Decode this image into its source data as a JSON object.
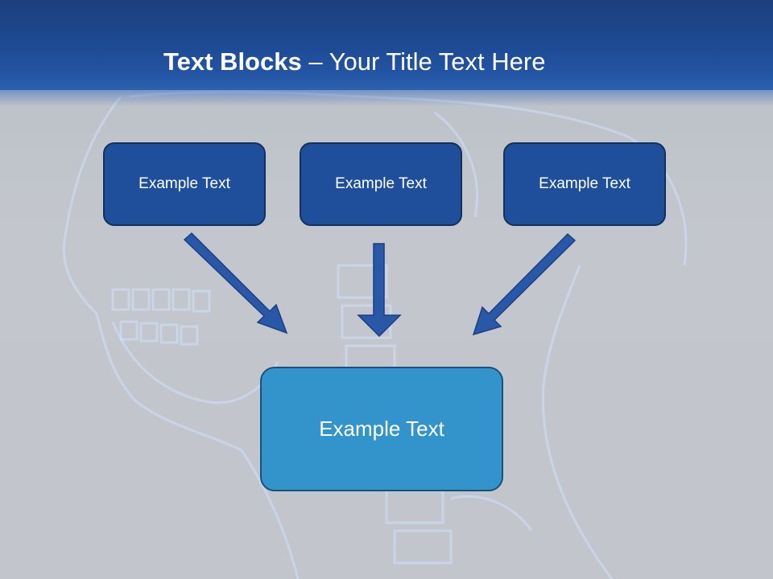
{
  "slide": {
    "title_bold": "Text Blocks",
    "title_dash": " – ",
    "title_rest": "Your Title Text Here"
  },
  "blocks": {
    "top": [
      {
        "label": "Example Text"
      },
      {
        "label": "Example Text"
      },
      {
        "label": "Example Text"
      }
    ],
    "center": {
      "label": "Example Text"
    }
  },
  "colors": {
    "header": "#1e4b95",
    "small_block": "#1f4f9b",
    "center_block": "#3394cc",
    "arrow": "#2a58a8",
    "background": "#c2c6cc"
  },
  "icons": {
    "arrow_left": "arrow-diagonal-down-right-icon",
    "arrow_middle": "arrow-down-icon",
    "arrow_right": "arrow-diagonal-down-left-icon"
  }
}
